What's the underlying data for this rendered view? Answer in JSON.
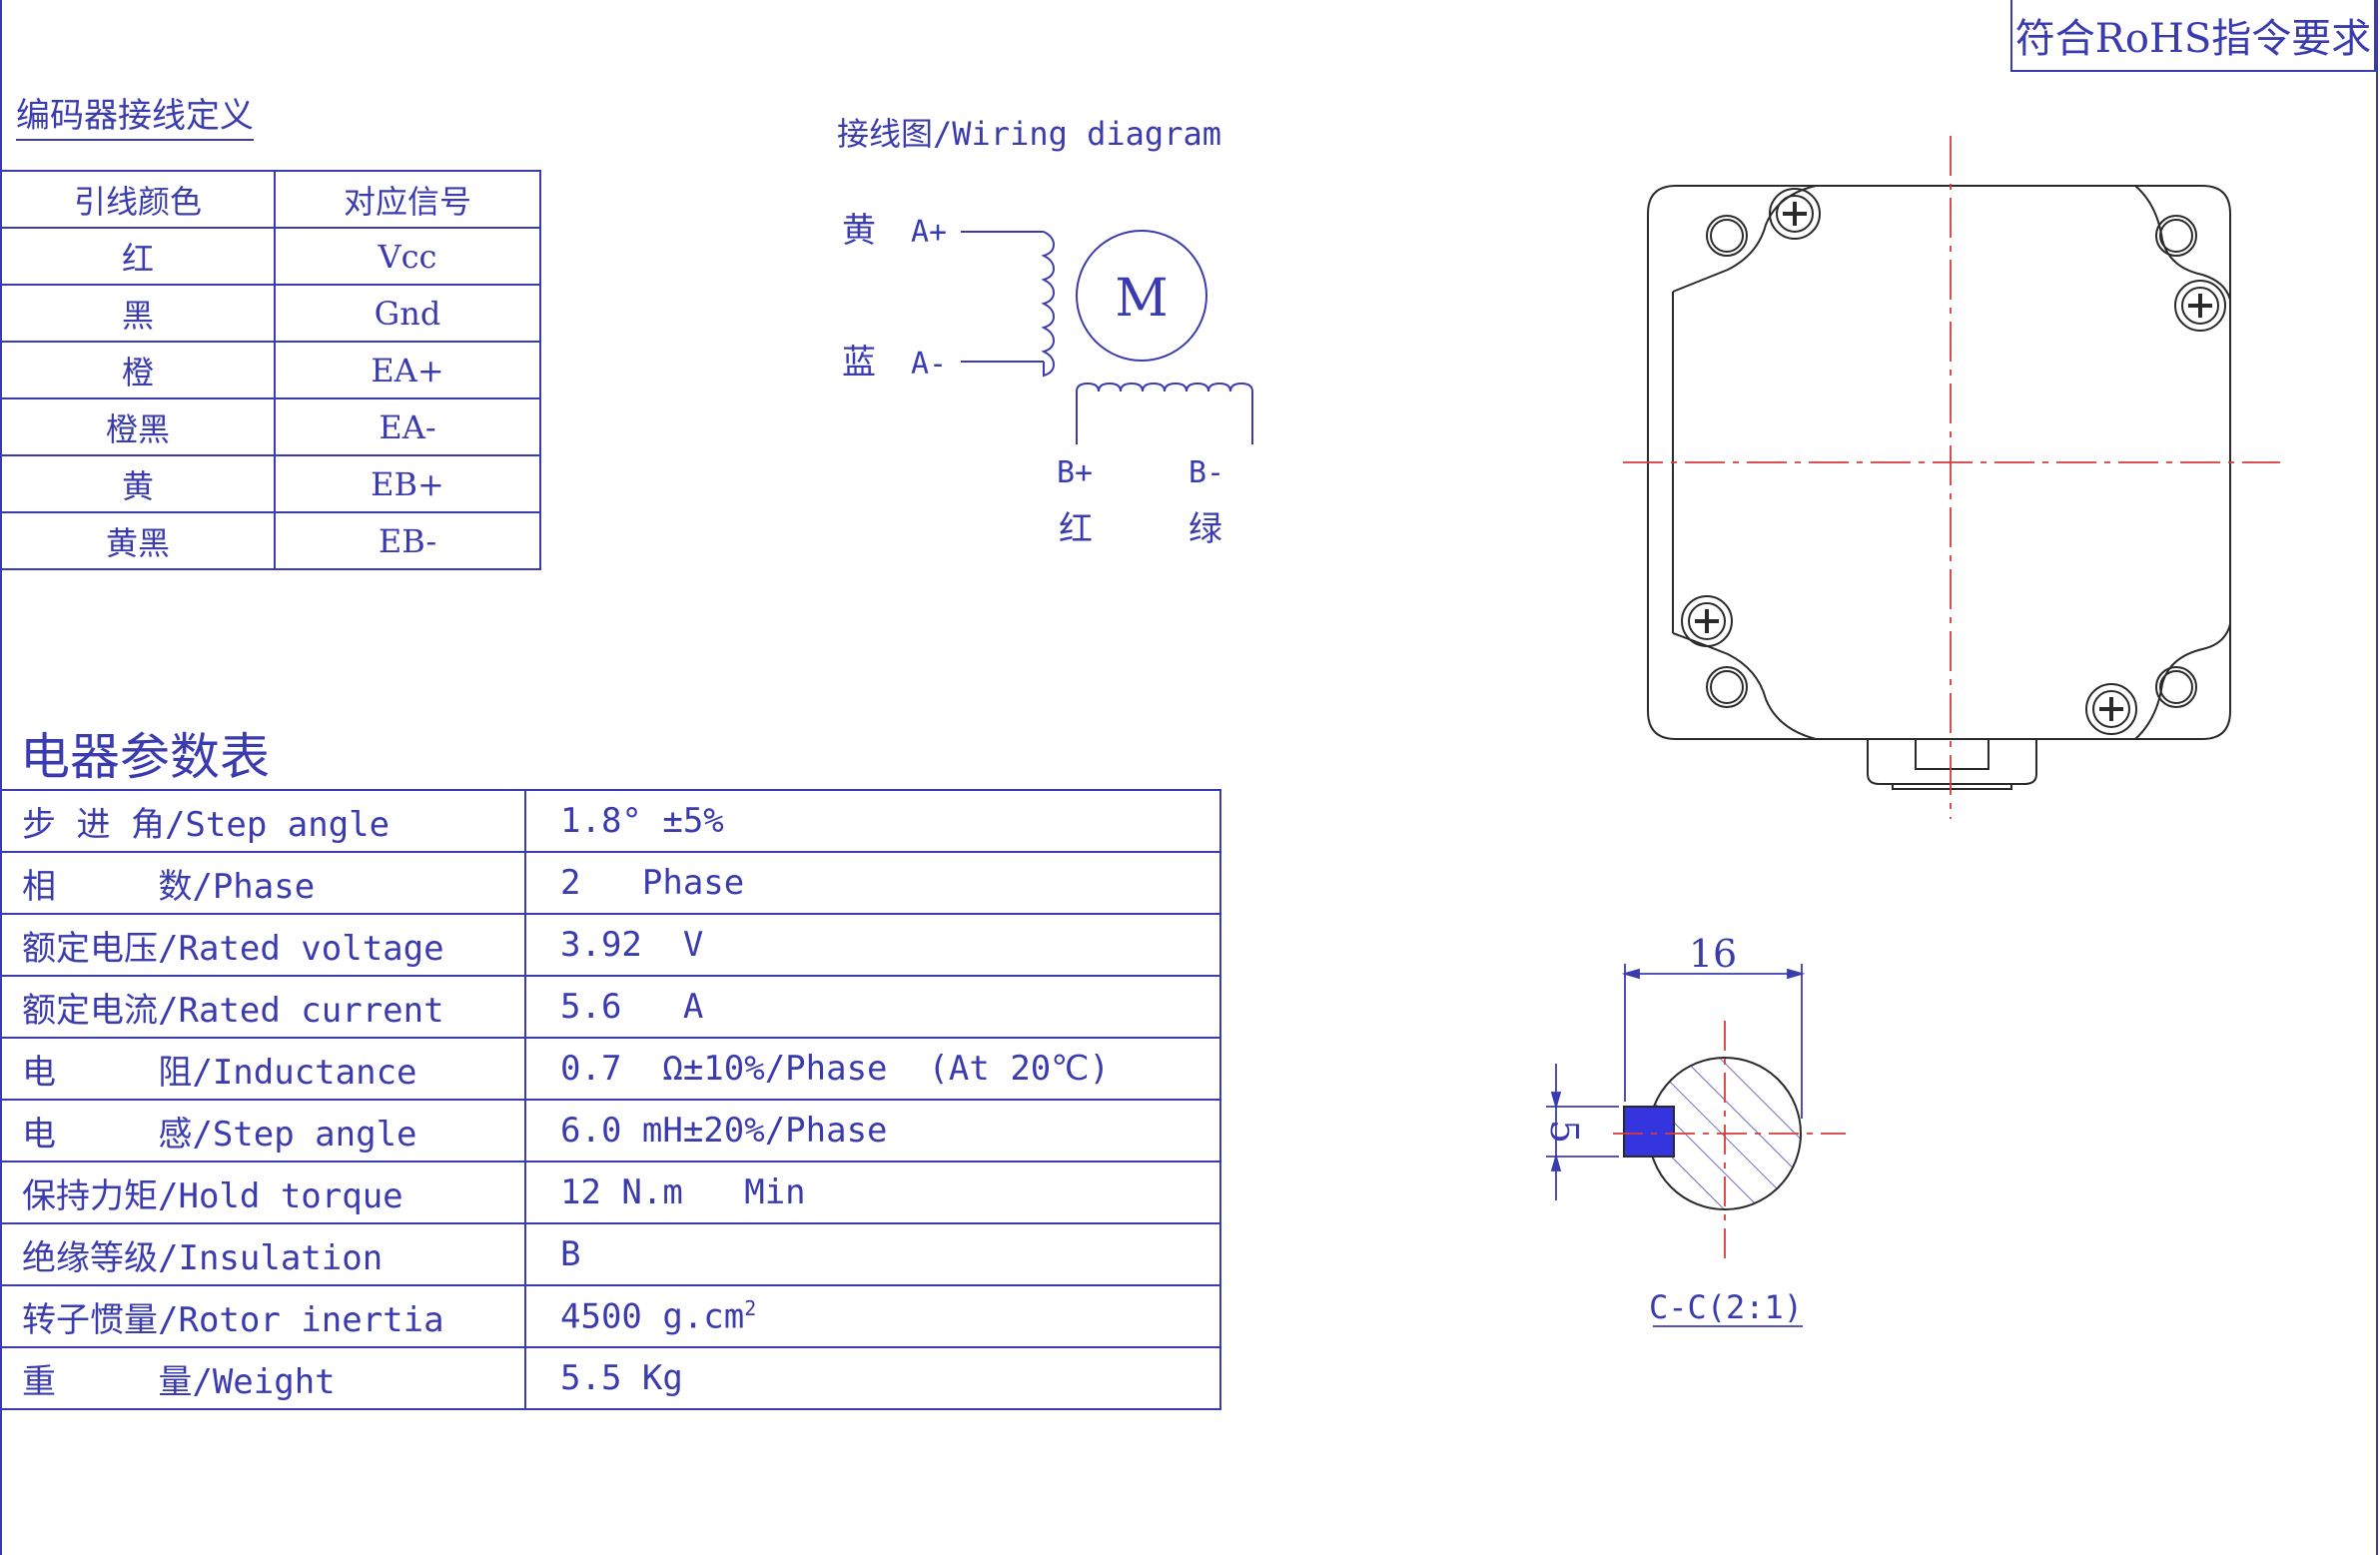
{
  "rohs": "符合RoHS指令要求",
  "encoder": {
    "title": "编码器接线定义",
    "headers": [
      "引线颜色",
      "对应信号"
    ],
    "rows": [
      [
        "红",
        "Vcc"
      ],
      [
        "黑",
        "Gnd"
      ],
      [
        "橙",
        "EA+"
      ],
      [
        "橙黑",
        "EA-"
      ],
      [
        "黄",
        "EB+"
      ],
      [
        "黄黑",
        "EB-"
      ]
    ]
  },
  "wiring": {
    "title": "接线图/Wiring diagram",
    "motor_label": "M",
    "a_plus": "A+",
    "a_minus": "A-",
    "b_plus": "B+",
    "b_minus": "B-",
    "color_a_plus": "黄",
    "color_a_minus": "蓝",
    "color_b_plus": "红",
    "color_b_minus": "绿"
  },
  "specs": {
    "title": "电器参数表",
    "rows": [
      [
        "步 进 角/Step angle",
        "1.8° ±5%"
      ],
      [
        "相     数/Phase",
        "2   Phase"
      ],
      [
        "额定电压/Rated voltage",
        "3.92  V"
      ],
      [
        "额定电流/Rated current",
        "5.6   A"
      ],
      [
        "电     阻/Inductance",
        "0.7  Ω±10%/Phase  (At 20℃)"
      ],
      [
        "电     感/Step angle",
        "6.0 mH±20%/Phase"
      ],
      [
        "保持力矩/Hold torque",
        "12 N.m   Min"
      ],
      [
        "绝缘等级/Insulation",
        "B"
      ],
      [
        "转子惯量/Rotor inertia",
        "4500 g.cm"
      ],
      [
        "重     量/Weight",
        "5.5 Kg"
      ]
    ],
    "superscript": "2"
  },
  "section": {
    "dim_width": "16",
    "dim_height": "5",
    "label": "C-C(2:1)"
  },
  "colors": {
    "line": "#3b3bb0",
    "center": "#d83a3a",
    "key": "#3535e0",
    "outline": "#2a2a2a"
  }
}
